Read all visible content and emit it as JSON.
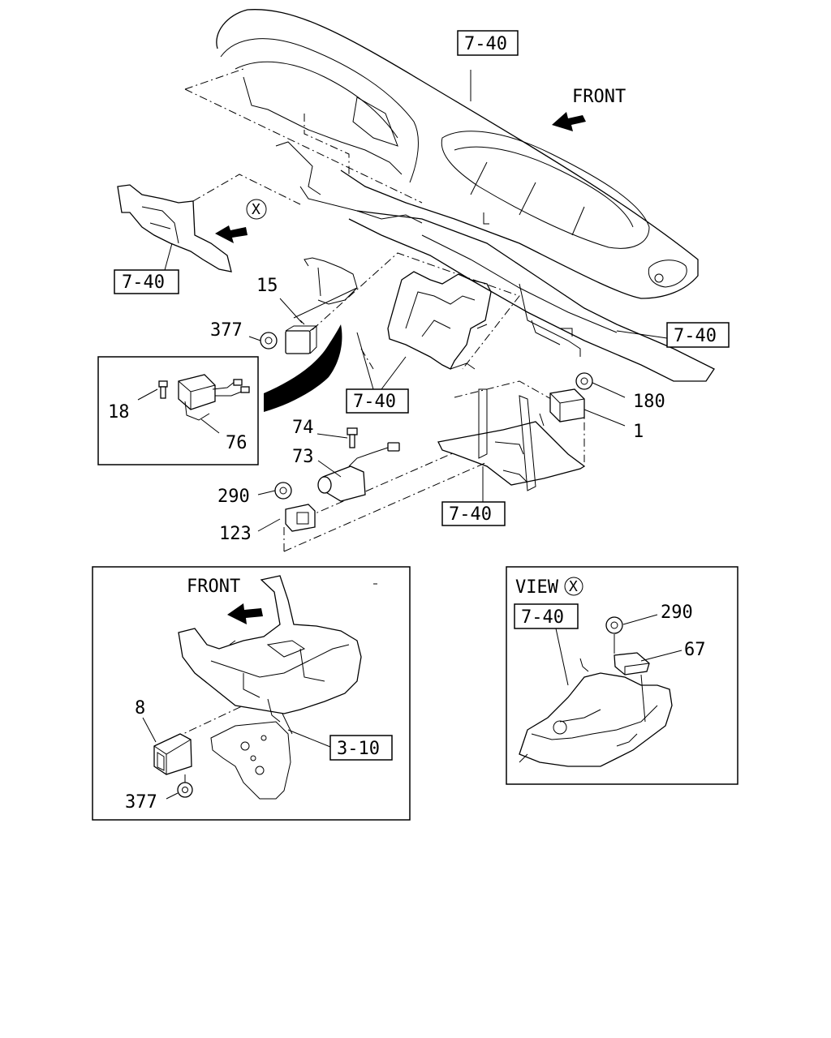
{
  "references": {
    "top_dashboard": "7-40",
    "left_bracket": "7-40",
    "right_crossmember": "7-40",
    "center_bracket": "7-40",
    "lower_plate": "7-40",
    "view_x_bracket": "7-40",
    "inset_frame": "3-10"
  },
  "labels": {
    "front_top": "FRONT",
    "front_inset": "FRONT",
    "view": "VIEW",
    "x_marker": "X",
    "x_marker_view": "X"
  },
  "parts": {
    "p15": "15",
    "p377_top": "377",
    "p18": "18",
    "p76": "76",
    "p74": "74",
    "p73": "73",
    "p290_main": "290",
    "p123": "123",
    "p180": "180",
    "p1": "1",
    "p8": "8",
    "p377_inset": "377",
    "p290_view": "290",
    "p67": "67"
  }
}
